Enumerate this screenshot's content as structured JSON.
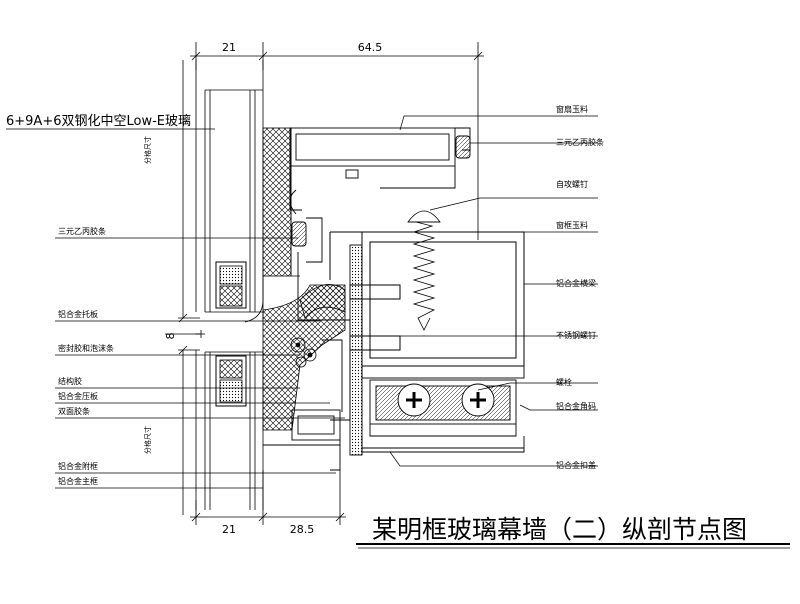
{
  "dimensions": {
    "top_left": "21",
    "top_right": "64.5",
    "bottom_left": "21",
    "bottom_right": "28.5",
    "gap": "8"
  },
  "left_labels": {
    "glass": "6+9A+6双钢化中空Low-E玻璃",
    "epdm": "三元乙丙胶条",
    "bracket": "铝合金托板",
    "sealant_foam": "密封胶和泡沫条",
    "structural": "结构胶",
    "press_plate": "铝合金压板",
    "tape": "双面胶条",
    "sub_frame": "铝合金附框",
    "main_frame": "铝合金主框"
  },
  "right_labels": {
    "sash": "窗扇玉料",
    "epdm": "三元乙丙胶条",
    "self_tap": "自攻螺钉",
    "frame": "窗框玉料",
    "beam": "铝合金横梁",
    "ss_screw": "不锈钢螺钉",
    "bolt": "螺栓",
    "corner": "铝合金角码",
    "cover": "铝合金扣盖"
  },
  "vertical_notes": {
    "upper": "分格尺寸",
    "lower": "分格尺寸"
  },
  "title": "某明框玻璃幕墙（二）纵剖节点图"
}
